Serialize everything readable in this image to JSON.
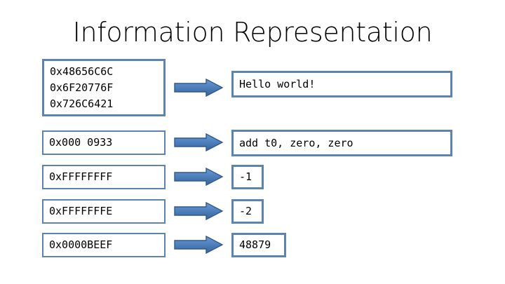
{
  "slide": {
    "title": "Information Representation",
    "background_color": "#FFFFFF",
    "box_border_color": "#5B84B1",
    "arrow_fill_top_color": "#5B8FCB",
    "arrow_fill_bottom_color": "#3E6DA6",
    "arrow_outline_color": "#2F5party"
  },
  "rows": [
    {
      "source": {
        "lines": [
          "0x48656C6C",
          "0x6F20776F",
          "0x726C6421"
        ]
      },
      "arrow": "right-arrow-icon",
      "result": {
        "text": "Hello world!"
      }
    },
    {
      "source": {
        "lines": [
          "0x000 0933"
        ]
      },
      "arrow": "right-arrow-icon",
      "result": {
        "text": "add t0, zero, zero"
      }
    },
    {
      "source": {
        "lines": [
          "0xFFFFFFFF"
        ]
      },
      "arrow": "right-arrow-icon",
      "result": {
        "text": "-1"
      }
    },
    {
      "source": {
        "lines": [
          "0xFFFFFFFE"
        ]
      },
      "arrow": "right-arrow-icon",
      "result": {
        "text": "-2"
      }
    },
    {
      "source": {
        "lines": [
          "0x0000BEEF"
        ]
      },
      "arrow": "right-arrow-icon",
      "result": {
        "text": "48879"
      }
    }
  ]
}
